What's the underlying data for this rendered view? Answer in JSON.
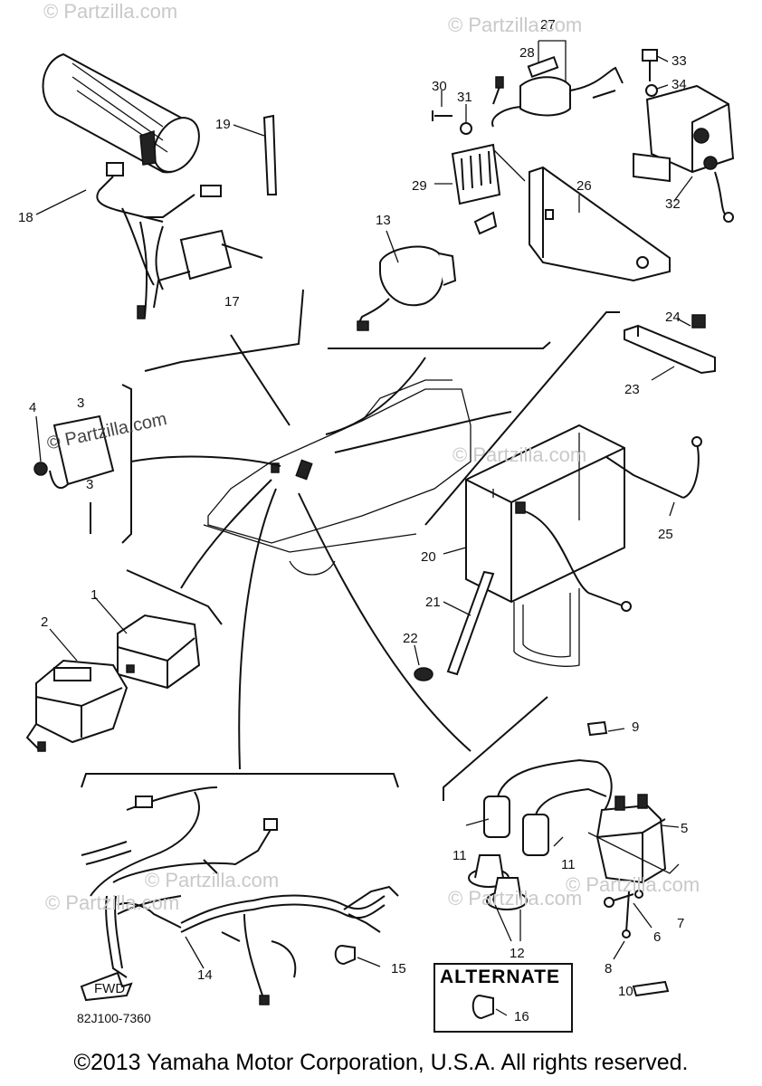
{
  "watermarks": {
    "w1": "© Partzilla.com",
    "w2": "© Partzilla.com",
    "w3": "© Partzilla.com",
    "w4": "© Partzilla.com",
    "w5": "© Partzilla.com",
    "w6": "© Partzilla.com",
    "w7": "© Partzilla.com",
    "center": "© Partzilla.com"
  },
  "callouts": [
    "1",
    "2",
    "3",
    "4",
    "5",
    "6",
    "7",
    "8",
    "9",
    "10",
    "11",
    "11",
    "12",
    "13",
    "14",
    "15",
    "16",
    "17",
    "18",
    "19",
    "20",
    "21",
    "22",
    "23",
    "24",
    "25",
    "26",
    "27",
    "28",
    "29",
    "30",
    "31",
    "32",
    "33",
    "34"
  ],
  "alternate_label": "ALTERNATE",
  "fwd_label": "FWD",
  "diagram_number": "82J100-7360",
  "copyright": "©2013  Yamaha Motor Corporation, U.S.A. All rights reserved."
}
